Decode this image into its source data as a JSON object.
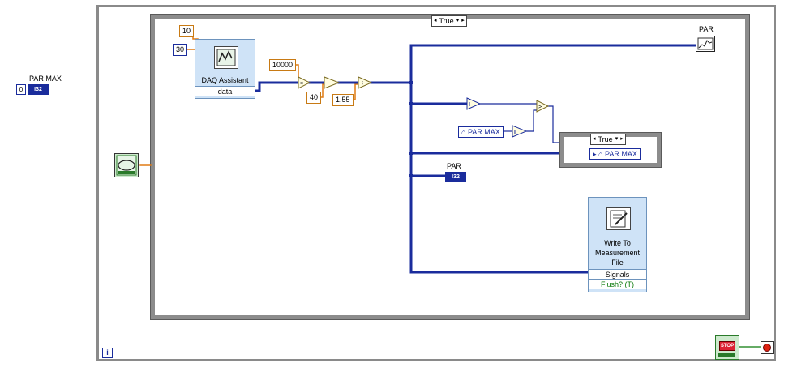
{
  "front": {
    "par_max_label": "PAR MAX",
    "par_max_value": "0",
    "par_max_type": "I32"
  },
  "case_outer": {
    "selector": "True"
  },
  "case_inner": {
    "selector": "True"
  },
  "constants": {
    "c10": "10",
    "c30": "30",
    "c10000": "10000",
    "c40": "40",
    "c155": "1,55"
  },
  "daq": {
    "title": "DAQ Assistant",
    "output": "data"
  },
  "graph": {
    "label": "PAR"
  },
  "local_var": {
    "label": "PAR MAX"
  },
  "local_var_inner": {
    "label": "PAR MAX"
  },
  "par_indicator": {
    "label": "PAR",
    "type": "I32"
  },
  "write_file": {
    "title_line1": "Write To",
    "title_line2": "Measurement",
    "title_line3": "File",
    "row_signals": "Signals",
    "row_flush": "Flush? (T)"
  },
  "stop": {
    "label": "STOP"
  },
  "iteration": {
    "label": "i"
  },
  "colors": {
    "wire_orange": "#e07b14",
    "wire_blue": "#1a2c9c",
    "frame_grey": "#8a8a8a",
    "express_bg": "#cfe3f7"
  }
}
